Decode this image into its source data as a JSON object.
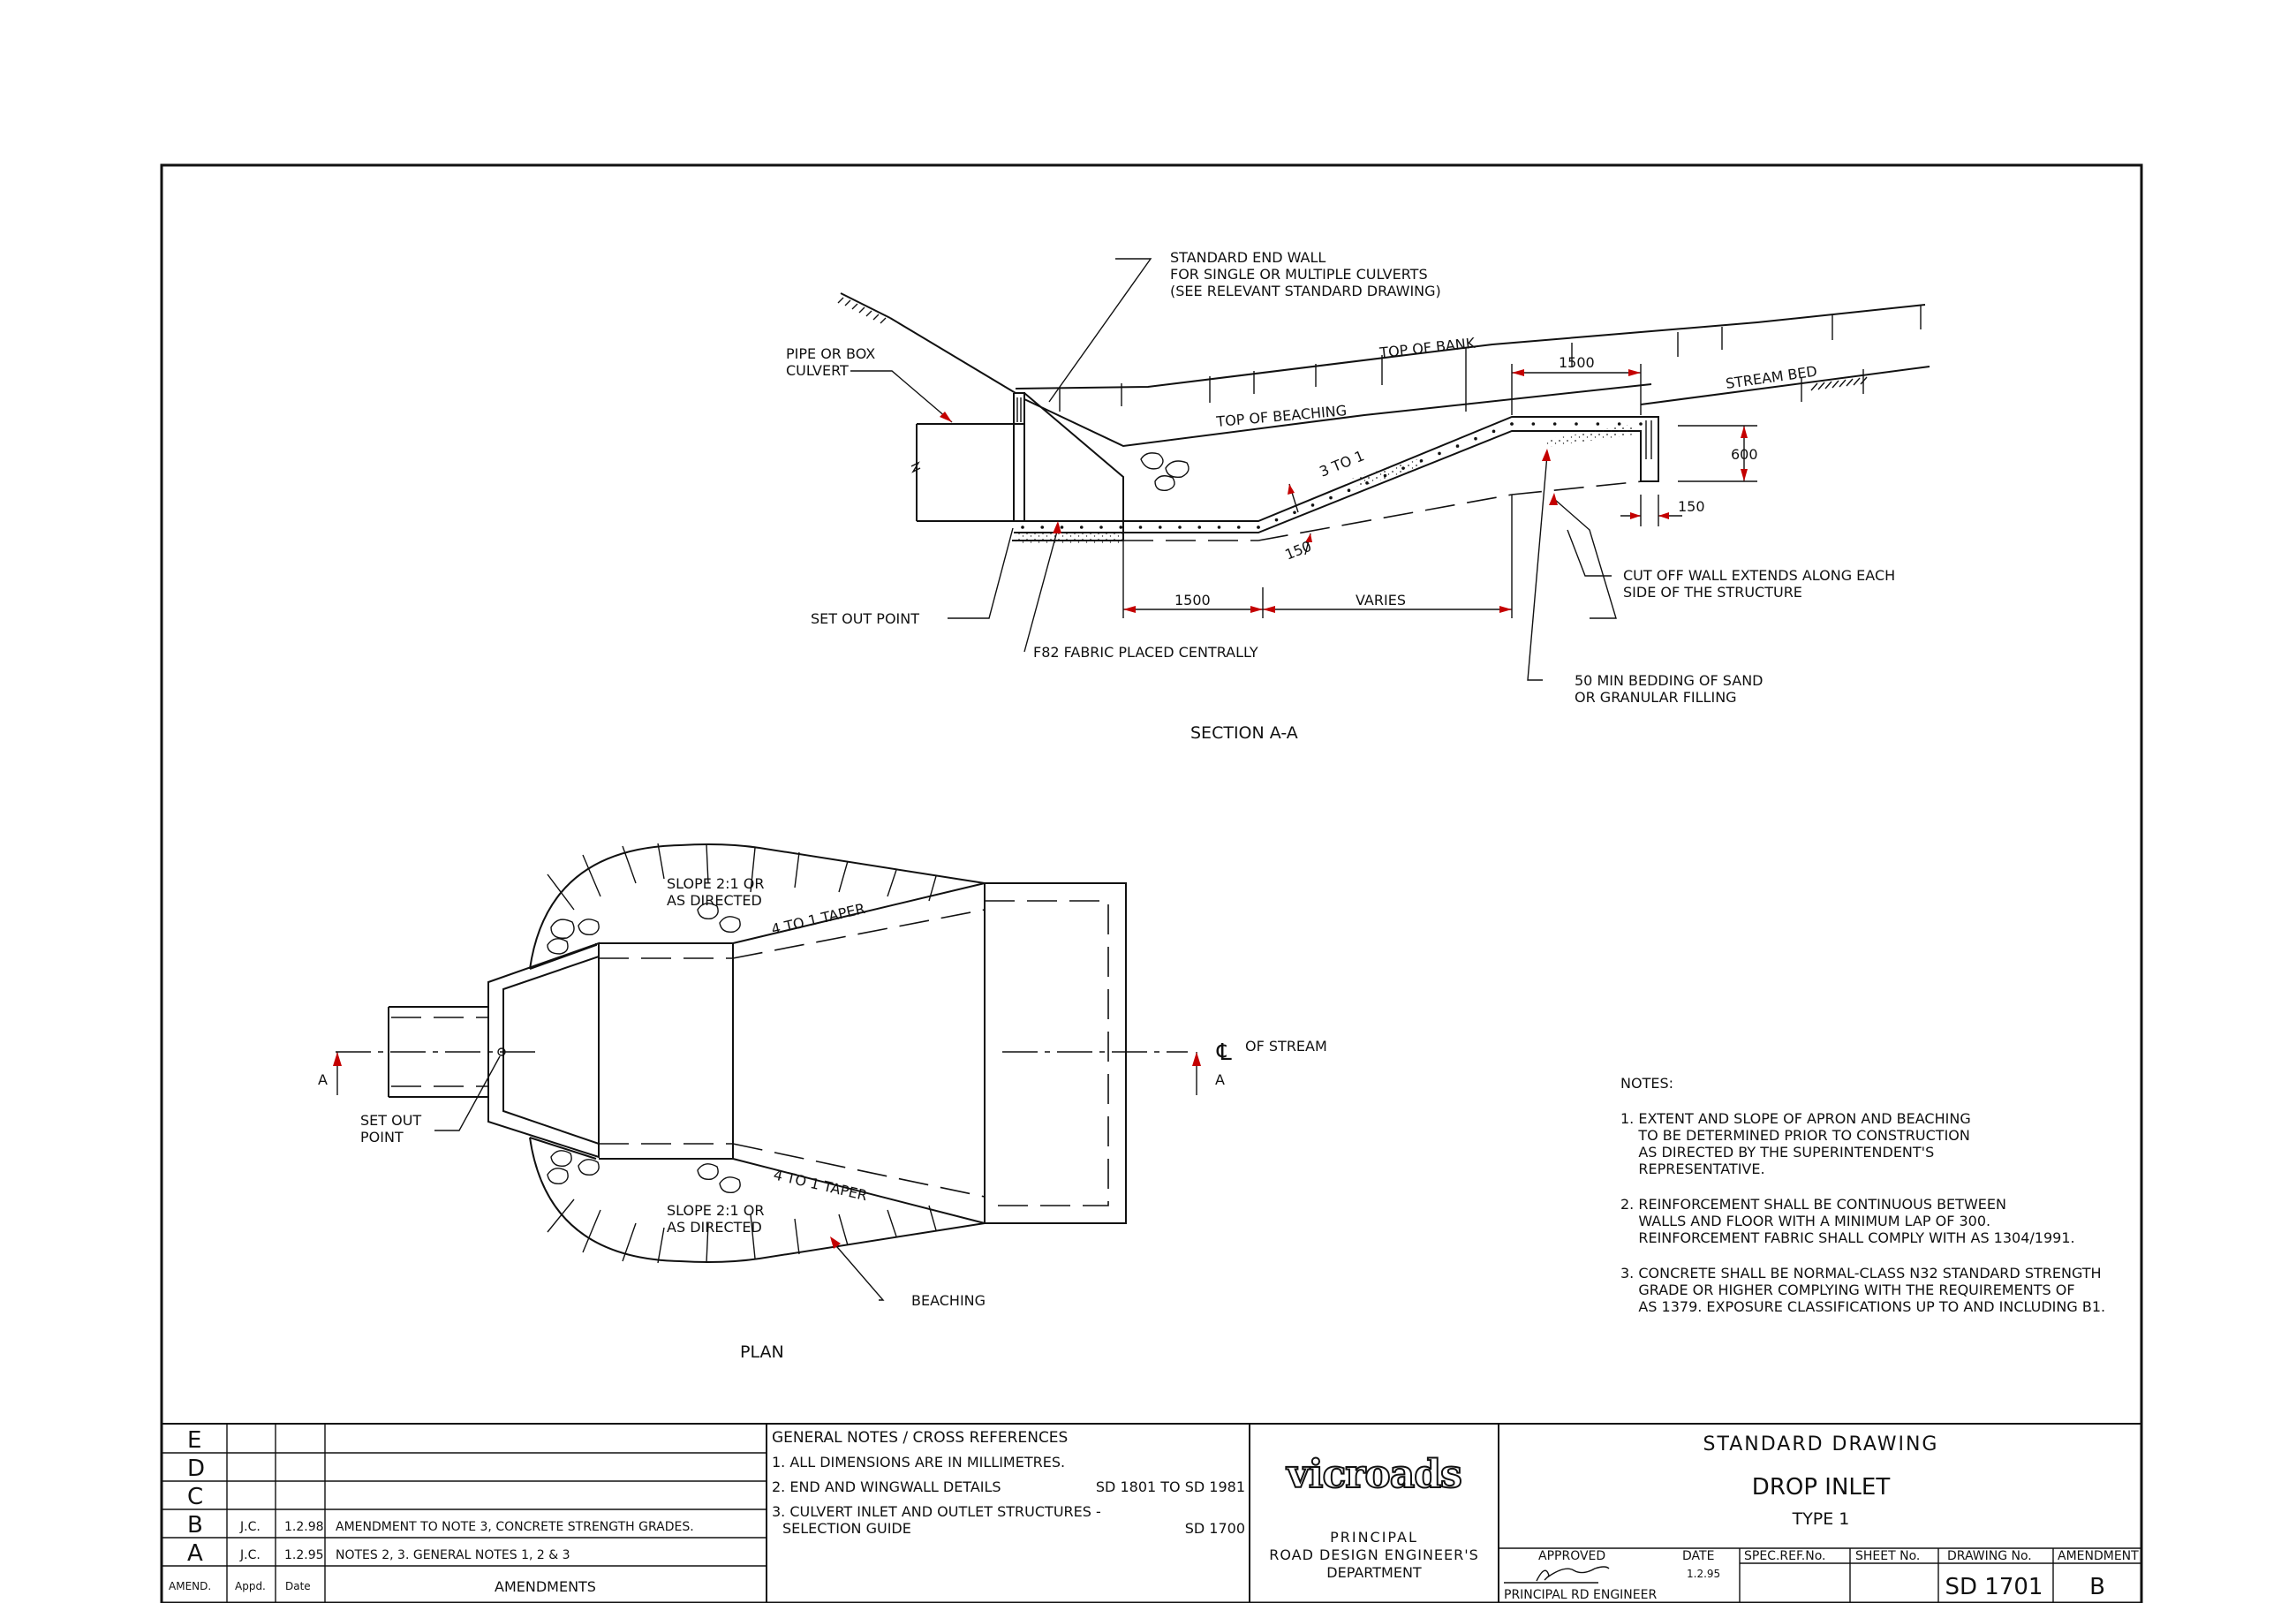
{
  "section": {
    "title": "SECTION A-A",
    "end_wall": [
      "STANDARD END WALL",
      "FOR SINGLE OR MULTIPLE CULVERTS",
      "(SEE RELEVANT STANDARD DRAWING)"
    ],
    "pipe_culvert": [
      "PIPE OR BOX",
      "CULVERT"
    ],
    "top_of_bank": "TOP OF BANK",
    "top_of_beaching": "TOP OF BEACHING",
    "stream_bed": "STREAM BED",
    "slope": "3 TO 1",
    "dim_1500_top": "1500",
    "dim_600": "600",
    "dim_150_floor": "150",
    "dim_150_wall": "150",
    "dim_1500_bottom": "1500",
    "dim_varies": "VARIES",
    "set_out_point": "SET OUT POINT",
    "fabric": "F82 FABRIC PLACED CENTRALLY",
    "cutoff_wall": [
      "CUT OFF WALL EXTENDS ALONG EACH",
      "SIDE OF THE STRUCTURE"
    ],
    "bedding": [
      "50 MIN BEDDING OF SAND",
      "OR GRANULAR FILLING"
    ]
  },
  "plan": {
    "title": "PLAN",
    "slope_top": [
      "SLOPE 2:1 OR",
      "AS DIRECTED"
    ],
    "slope_bottom": [
      "SLOPE 2:1 OR",
      "AS DIRECTED"
    ],
    "taper_top": "4 TO 1 TAPER",
    "taper_bottom": "4 TO 1 TAPER",
    "centreline": "OF STREAM",
    "centreline_symbol": "℄",
    "section_marker_left": "A",
    "section_marker_right": "A",
    "set_out": [
      "SET OUT",
      "POINT"
    ],
    "beaching": "BEACHING"
  },
  "notes": {
    "heading": "NOTES:",
    "items": [
      [
        "1. EXTENT AND SLOPE OF APRON AND BEACHING",
        "    TO BE DETERMINED PRIOR TO CONSTRUCTION",
        "    AS DIRECTED BY THE SUPERINTENDENT'S",
        "    REPRESENTATIVE."
      ],
      [
        "2. REINFORCEMENT SHALL BE CONTINUOUS BETWEEN",
        "    WALLS AND FLOOR WITH A MINIMUM LAP OF 300.",
        "    REINFORCEMENT FABRIC SHALL COMPLY WITH AS 1304/1991."
      ],
      [
        "3. CONCRETE SHALL BE NORMAL-CLASS N32 STANDARD STRENGTH",
        "    GRADE OR HIGHER COMPLYING WITH THE REQUIREMENTS OF",
        "    AS 1379. EXPOSURE CLASSIFICATIONS UP TO AND INCLUDING B1."
      ]
    ]
  },
  "title_block": {
    "amendments": {
      "rows": [
        {
          "letter": "E",
          "appd": "",
          "date": "",
          "text": ""
        },
        {
          "letter": "D",
          "appd": "",
          "date": "",
          "text": ""
        },
        {
          "letter": "C",
          "appd": "",
          "date": "",
          "text": ""
        },
        {
          "letter": "B",
          "appd": "J.C.",
          "date": "1.2.98",
          "text": "AMENDMENT TO NOTE 3, CONCRETE STRENGTH GRADES."
        },
        {
          "letter": "A",
          "appd": "J.C.",
          "date": "1.2.95",
          "text": "NOTES 2, 3. GENERAL NOTES 1, 2 & 3"
        }
      ],
      "footer_amend": "AMEND.",
      "footer_appd": "Appd.",
      "footer_date": "Date",
      "footer_title": "AMENDMENTS"
    },
    "general_notes": {
      "heading": "GENERAL NOTES / CROSS REFERENCES",
      "n1": "1. ALL DIMENSIONS ARE IN MILLIMETRES.",
      "n2": "2. END AND WINGWALL DETAILS",
      "n2_ref": "SD 1801 TO SD 1981",
      "n3a": "3. CULVERT INLET AND OUTLET STRUCTURES -",
      "n3b": "SELECTION GUIDE",
      "n3_ref": "SD 1700"
    },
    "logo": "vicroads",
    "department": [
      "PRINCIPAL",
      "ROAD DESIGN ENGINEER'S",
      "DEPARTMENT"
    ],
    "drawing_type": "STANDARD DRAWING",
    "drawing_title": "DROP INLET",
    "drawing_subtitle": "TYPE 1",
    "approved_label": "APPROVED",
    "date_label": "DATE",
    "approved_date": "1.2.95",
    "approver": "PRINCIPAL RD ENGINEER",
    "spec_ref_label": "SPEC.REF.No.",
    "sheet_no_label": "SHEET No.",
    "drawing_no_label": "DRAWING No.",
    "amendment_label": "AMENDMENT",
    "drawing_no": "SD 1701",
    "amendment": "B"
  }
}
